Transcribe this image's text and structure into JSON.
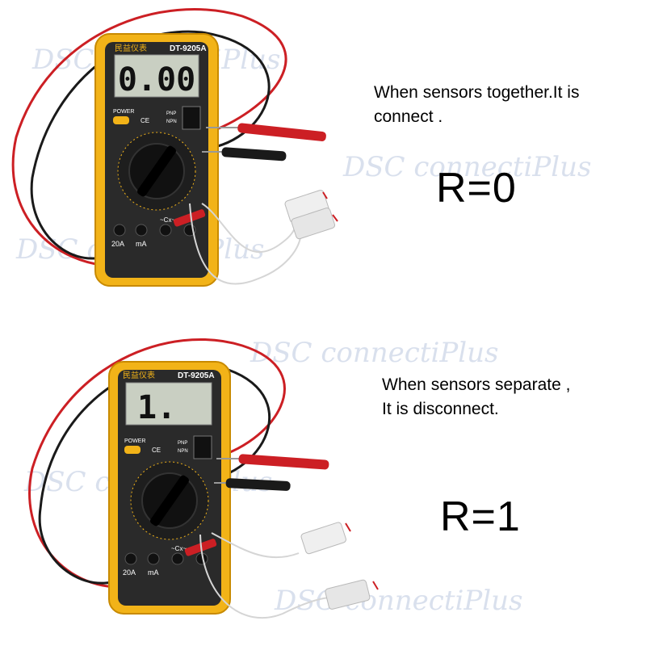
{
  "panels": [
    {
      "id": "top",
      "meter": {
        "model": "DT-9205A",
        "brand_cn": "民益仪表",
        "display": "0.00",
        "power_label": "POWER",
        "ce_label": "CE",
        "transistor_labels": [
          "PNP",
          "NPN"
        ],
        "port_labels": [
          "20A",
          "mA",
          "~Cx~"
        ]
      },
      "caption": [
        "When sensors together.It is",
        "connect ."
      ],
      "formula": "R=0",
      "sensor_state": "together"
    },
    {
      "id": "bottom",
      "meter": {
        "model": "DT-9205A",
        "brand_cn": "民益仪表",
        "display": "1.",
        "power_label": "POWER",
        "ce_label": "CE",
        "transistor_labels": [
          "PNP",
          "NPN"
        ],
        "port_labels": [
          "20A",
          "mA",
          "~Cx~"
        ]
      },
      "caption": [
        "When sensors separate ,",
        "It is disconnect."
      ],
      "formula": "R=1",
      "sensor_state": "separate"
    }
  ],
  "watermark": "DSC connectiPlus",
  "colors": {
    "meter_body": "#f2b318",
    "meter_face": "#2a2a2a",
    "lcd": "#c9cfc2",
    "red_lead": "#cc1f24",
    "black_lead": "#1a1a1a",
    "sensor": "#efefef"
  }
}
